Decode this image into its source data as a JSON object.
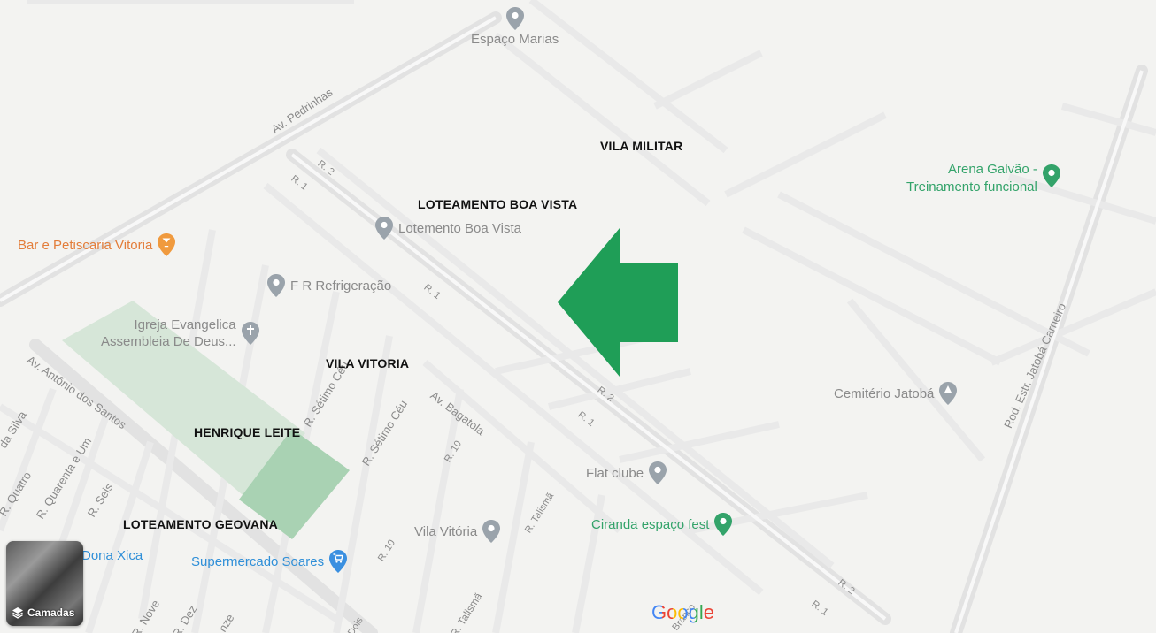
{
  "area_labels": {
    "vila_militar": "VILA MILITAR",
    "loteamento_boa_vista": "LOTEAMENTO BOA VISTA",
    "vila_vitoria": "VILA VITORIA",
    "henrique_leite": "HENRIQUE LEITE",
    "loteamento_geovana": "LOTEAMENTO GEOVANA"
  },
  "streets": {
    "av_pedrinhas": "Av. Pedrinhas",
    "r_2_top": "R. 2",
    "r_1_top": "R. 1",
    "r_1_mid": "R. 1",
    "r_2_mid": "R. 2",
    "r_1_low": "R. 1",
    "r_2_bottom": "R. 2",
    "r_1_bottom": "R. 1",
    "av_antonio_dos_santos": "Av. Antônio dos Santos",
    "da_silva": "da Silva",
    "r_quatro": "R. Quatro",
    "r_quarenta_e_um": "R. Quarenta e Um",
    "r_seis": "R. Seis",
    "r_setimo_ceu_1": "R. Sétimo Céu",
    "r_setimo_ceu_2": "R. Sétimo Céu",
    "av_bagatola": "Av. Bagatola",
    "r_10_mid": "R. 10",
    "r_10_low": "R. 10",
    "r_talisma_1": "R. Talismã",
    "r_talisma_2": "R. Talismã",
    "r_nove": "R. Nove",
    "r_dez": "R. Dez",
    "onze": "nze",
    "dois": "Dois",
    "branco": "Branco",
    "rod_estr_jatoba": "Rod. Estr. Jatobá Carneiro"
  },
  "places": {
    "espaco_marias": "Espaço Marias",
    "arena_galvao_line1": "Arena Galvão -",
    "arena_galvao_line2": "Treinamento funcional",
    "bar_petiscaria": "Bar e Petiscaria Vitoria",
    "lotemento_boa_vista": "Lotemento Boa Vista",
    "fr_refrigeracao": "F R Refrigeração",
    "igreja_line1": "Igreja Evangelica",
    "igreja_line2": "Assembleia De Deus...",
    "cemiterio_jatoba": "Cemitério Jatobá",
    "flat_clube": "Flat clube",
    "ciranda": "Ciranda espaço fest",
    "vila_vitoria_place": "Vila Vitória",
    "dona_xica": "Dona Xica",
    "supermercado_soares": "Supermercado Soares"
  },
  "icons": {
    "pin_gray": "map-pin-icon",
    "pin_green": "map-pin-icon",
    "pin_orange": "cocktail-pin-icon",
    "pin_blue": "shopping-cart-pin-icon",
    "church": "cross-pin-icon",
    "cemetery": "tombstone-pin-icon",
    "arrow": "left-arrow-icon",
    "layers": "layers-icon"
  },
  "colors": {
    "arrow_green": "#1f9e57",
    "park_green": "#b9dcc0",
    "place_green": "#33a36a",
    "place_orange": "#e37d3a",
    "place_blue": "#2f8fd8",
    "place_gray": "#8a8a8a"
  },
  "brand": {
    "google": "Google"
  },
  "layers_button": {
    "label": "Camadas"
  }
}
